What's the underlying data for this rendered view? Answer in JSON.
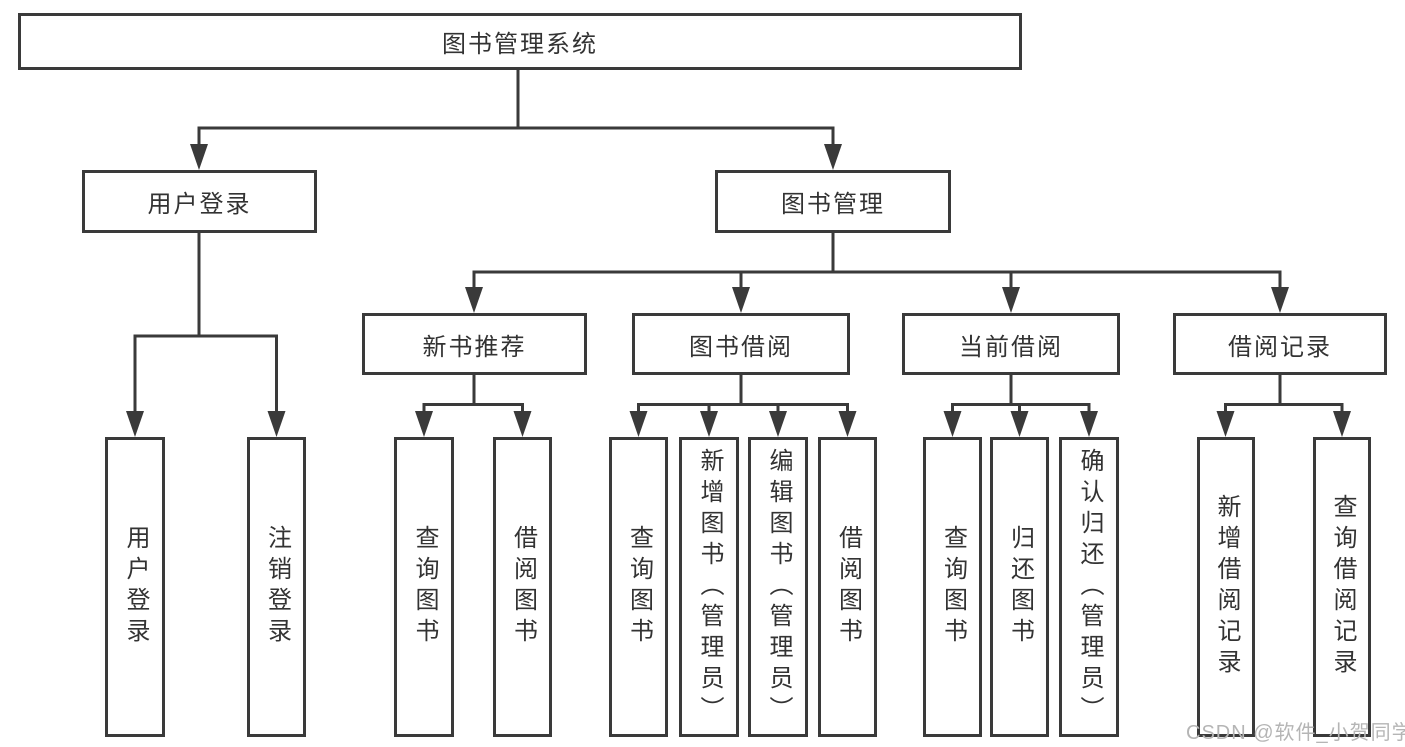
{
  "colors": {
    "line": "#3a3a3a",
    "text": "#333333",
    "background": "#ffffff",
    "watermark": "#b5b5b5"
  },
  "watermark": "CSDN @软件_小贺同学",
  "tree": {
    "root": {
      "label": "图书管理系统",
      "children": [
        {
          "label": "用户登录",
          "children": [
            {
              "label": "用户登录"
            },
            {
              "label": "注销登录"
            }
          ]
        },
        {
          "label": "图书管理",
          "children": [
            {
              "label": "新书推荐",
              "children": [
                {
                  "label": "查询图书"
                },
                {
                  "label": "借阅图书"
                }
              ]
            },
            {
              "label": "图书借阅",
              "children": [
                {
                  "label": "查询图书"
                },
                {
                  "label": "新增图书（管理员）"
                },
                {
                  "label": "编辑图书（管理员）"
                },
                {
                  "label": "借阅图书"
                }
              ]
            },
            {
              "label": "当前借阅",
              "children": [
                {
                  "label": "查询图书"
                },
                {
                  "label": "归还图书"
                },
                {
                  "label": "确认归还（管理员）"
                }
              ]
            },
            {
              "label": "借阅记录",
              "children": [
                {
                  "label": "新增借阅记录"
                },
                {
                  "label": "查询借阅记录"
                }
              ]
            }
          ]
        }
      ]
    }
  }
}
